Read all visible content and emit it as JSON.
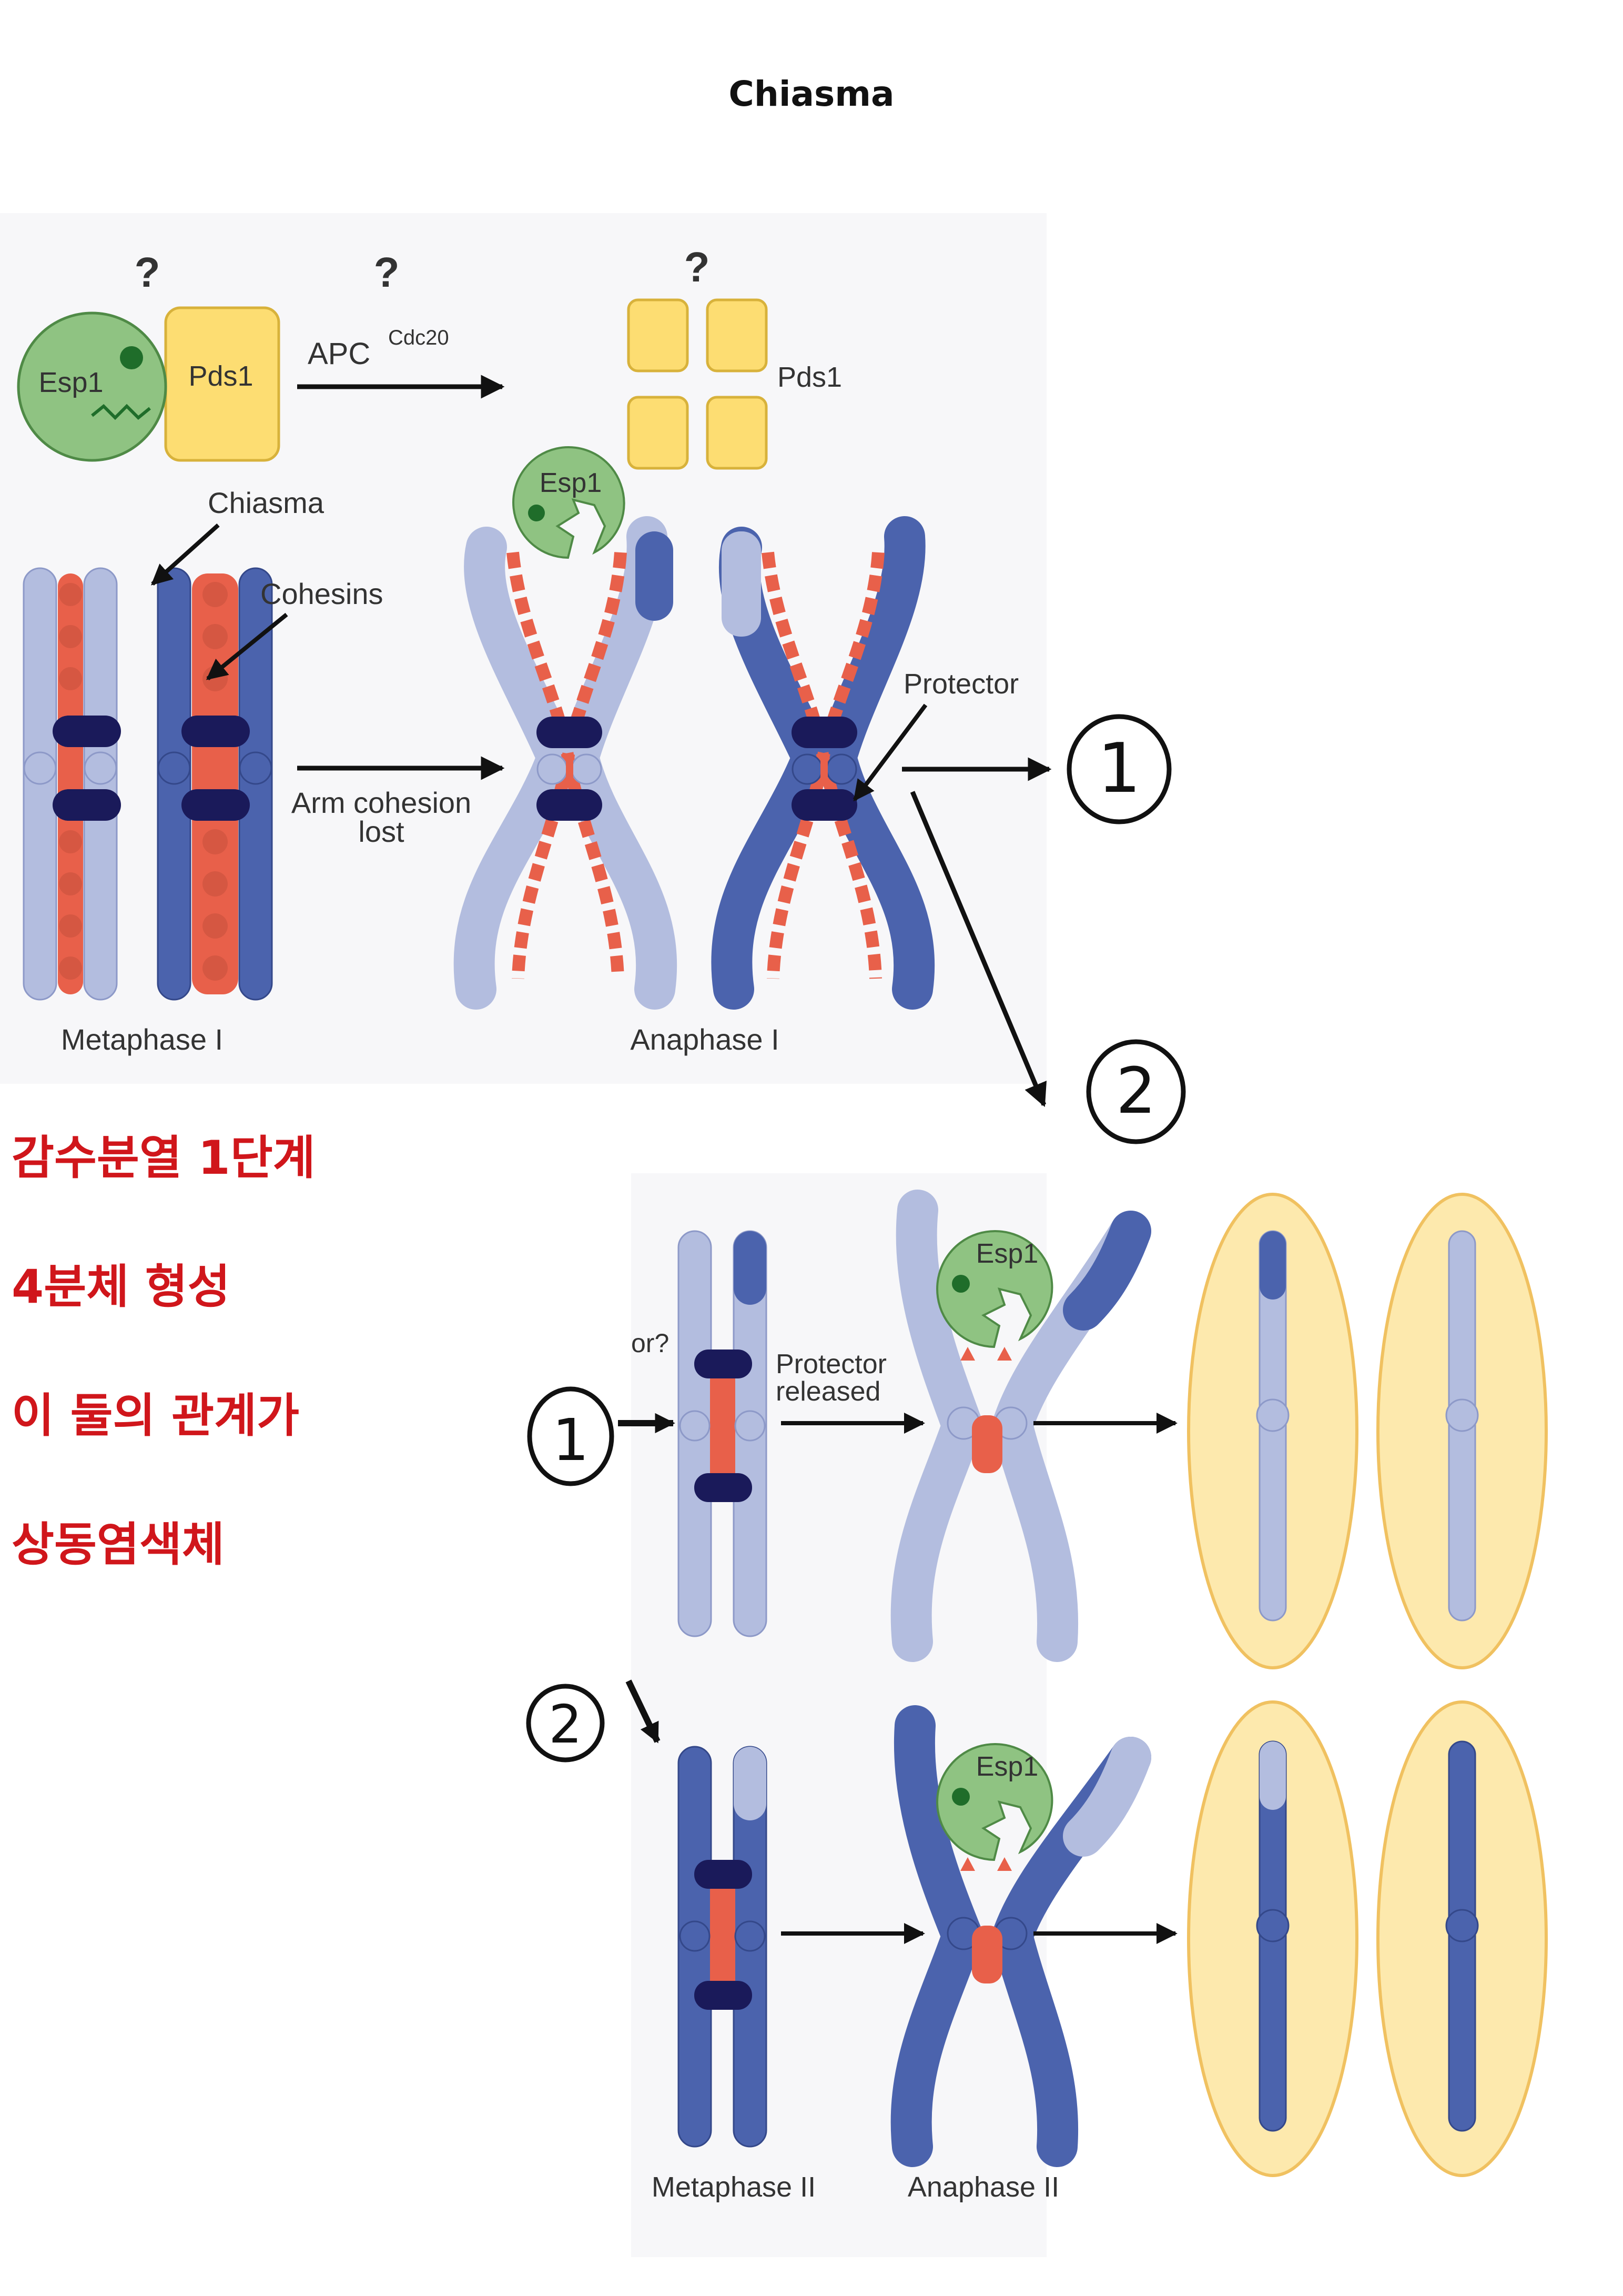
{
  "page": {
    "title": "Chiasma"
  },
  "notes": [
    "감수분열 1단계",
    "4분체 형성",
    "이 둘의 관계가",
    "상동염색체"
  ],
  "diagram_top": {
    "question_marks": [
      "?",
      "?",
      "?"
    ],
    "esp1": "Esp1",
    "pds1": "Pds1",
    "apc": "APC",
    "apc_sup": "Cdc20",
    "chiasma": "Chiasma",
    "cohesins": "Cohesins",
    "arm_cohesion": "Arm cohesion",
    "lost": "lost",
    "protector": "Protector",
    "metaphase1": "Metaphase I",
    "anaphase1": "Anaphase I"
  },
  "handwritten": {
    "one": "1",
    "two": "2"
  },
  "diagram_bottom": {
    "or_frag": "or?",
    "protector": "Protector",
    "released": "released",
    "esp1": "Esp1",
    "metaphase2": "Metaphase II",
    "anaphase2": "Anaphase II"
  },
  "colors": {
    "light_chrom": "#b3bddf",
    "dark_chrom": "#4b63ad",
    "cohesin": "#e8604a",
    "kinetochore": "#1a1a5a",
    "esp1": "#8fc382",
    "pds1": "#fddd72",
    "cell": "#fde9ad",
    "notes": "#d0161b"
  }
}
